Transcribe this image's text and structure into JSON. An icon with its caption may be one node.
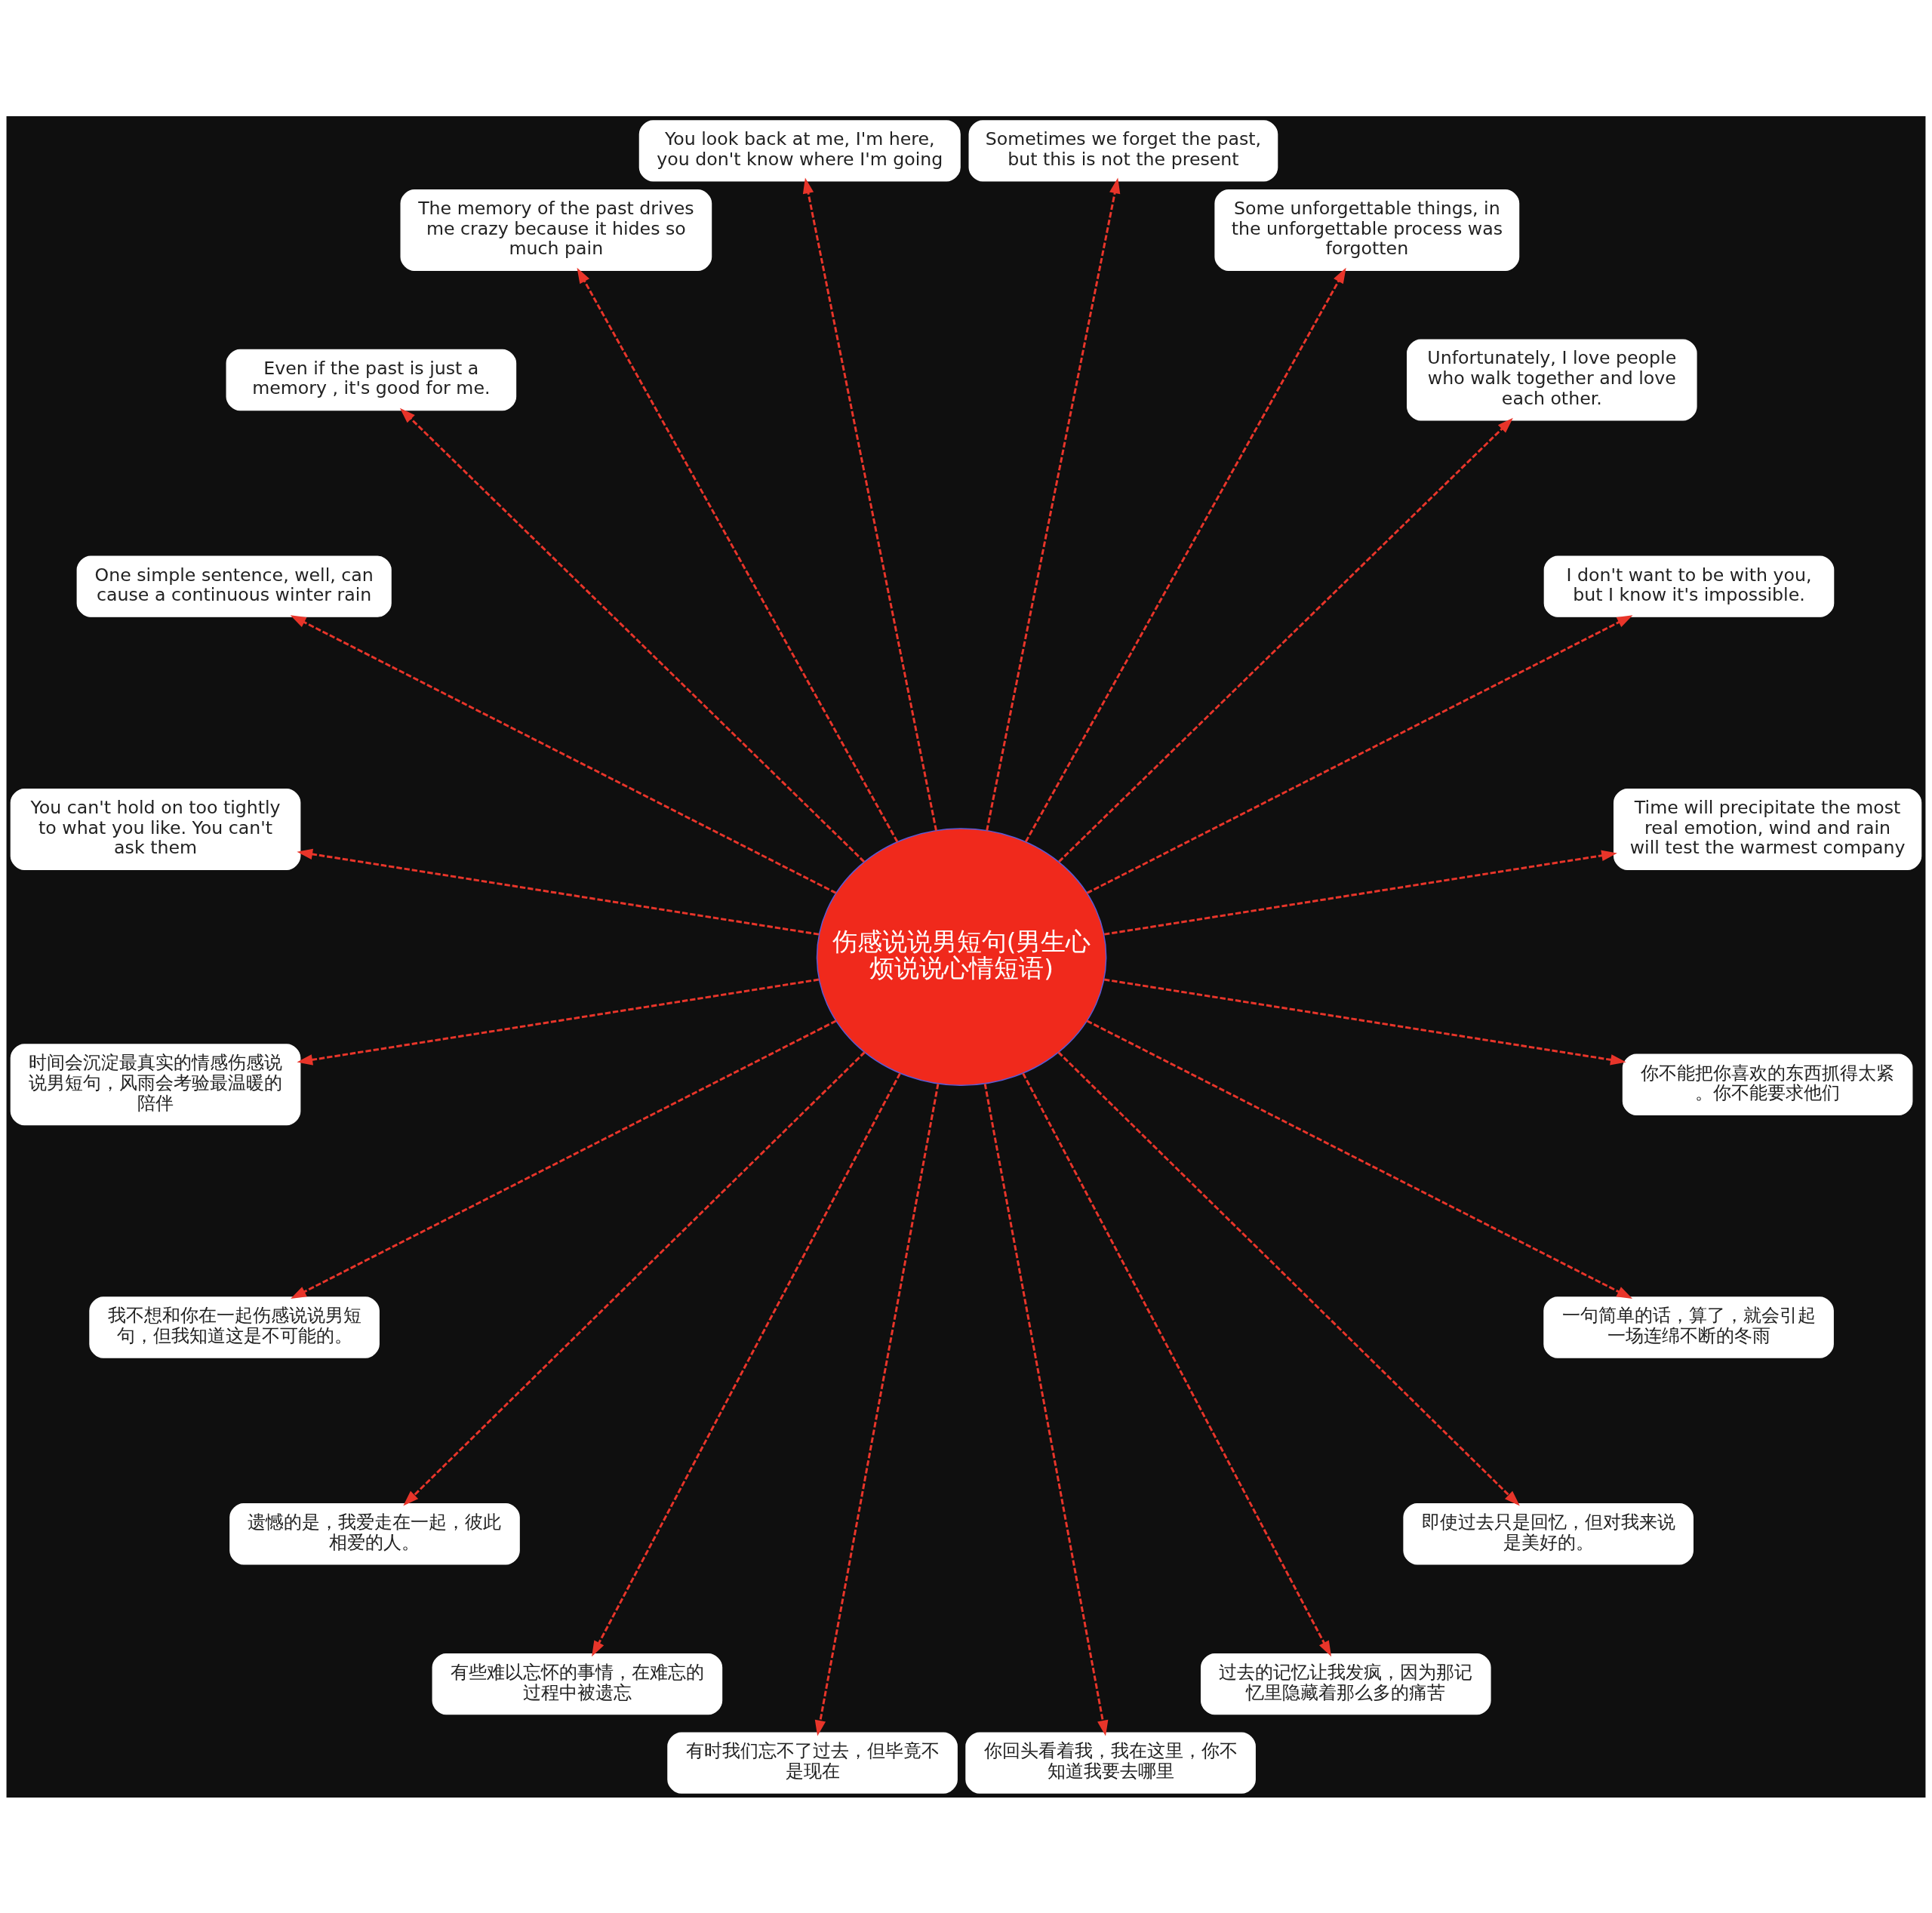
{
  "diagram": {
    "nodes": [
      {
        "text": [
          "伤感说说男短句(男生心烦说说心情短语)"
        ]
      },
      {
        "text": [
          "Time will precipitate the most real emotion, wind and rain will test the warmest company"
        ]
      },
      {
        "text": [
          "I don't want to be with you, but I know it's impossible."
        ]
      },
      {
        "text": [
          "Unfortunately, I love people who walk together and love each other."
        ]
      },
      {
        "text": [
          "Some unforgettable things, in the unforgettable process was forgotten"
        ]
      },
      {
        "text": [
          "Sometimes we forget the past, but this is not the present"
        ]
      },
      {
        "text": [
          "You look back at me, I'm here, you don't know where I'm going"
        ]
      },
      {
        "text": [
          "The memory of the past drives me crazy because it hides so much pain"
        ]
      },
      {
        "text": [
          "Even if the past is just a memory , it's good for me."
        ]
      },
      {
        "text": [
          "One simple sentence, well, can cause a continuous winter rain"
        ]
      },
      {
        "text": [
          "You can't hold on too tightly to what you like. You can't ask them"
        ]
      },
      {
        "text": [
          "时间会沉淀最真实的情感伤感说说男短句，风雨会考验最温暖的陪伴"
        ]
      },
      {
        "text": [
          "我不想和你在一起伤感说说男短句，但我知道这是不可能的。"
        ]
      },
      {
        "text": [
          "遗憾的是，我爱走在一起，彼此相爱的人。"
        ]
      },
      {
        "text": [
          "有些难以忘怀的事情，在难忘的过程中被遗忘"
        ]
      },
      {
        "text": [
          "有时我们忘不了过去，但毕竟不是现在"
        ]
      },
      {
        "text": [
          "你回头看着我，我在这里，你不知道我要去哪里"
        ]
      },
      {
        "text": [
          "过去的记忆让我发疯，因为那记忆里隐藏着那么多的痛苦"
        ]
      },
      {
        "text": [
          "即使过去只是回忆，但对我来说是美好的。"
        ]
      },
      {
        "text": [
          "一句简单的话，算了，就会引起一场连绵不断的冬雨"
        ]
      },
      {
        "text": [
          "你不能把你喜欢的东西抓得太紧。你不能要求他们"
        ]
      }
    ],
    "edges": [
      {
        "from": 0,
        "to": 1,
        "arrow": "to",
        "style": "dashed"
      },
      {
        "from": 0,
        "to": 2,
        "arrow": "to",
        "style": "dashed"
      },
      {
        "from": 0,
        "to": 3,
        "arrow": "to",
        "style": "dashed"
      },
      {
        "from": 0,
        "to": 4,
        "arrow": "to",
        "style": "dashed"
      },
      {
        "from": 0,
        "to": 5,
        "arrow": "to",
        "style": "dashed"
      },
      {
        "from": 0,
        "to": 6,
        "arrow": "to",
        "style": "dashed"
      },
      {
        "from": 0,
        "to": 7,
        "arrow": "to",
        "style": "dashed"
      },
      {
        "from": 0,
        "to": 8,
        "arrow": "to",
        "style": "dashed"
      },
      {
        "from": 0,
        "to": 9,
        "arrow": "to",
        "style": "dashed"
      },
      {
        "from": 0,
        "to": 10,
        "arrow": "to",
        "style": "dashed"
      },
      {
        "from": 0,
        "to": 11,
        "arrow": "to",
        "style": "dashed"
      },
      {
        "from": 0,
        "to": 12,
        "arrow": "to",
        "style": "dashed"
      },
      {
        "from": 0,
        "to": 13,
        "arrow": "to",
        "style": "dashed"
      },
      {
        "from": 0,
        "to": 14,
        "arrow": "to",
        "style": "dashed"
      },
      {
        "from": 0,
        "to": 15,
        "arrow": "to",
        "style": "dashed"
      },
      {
        "from": 0,
        "to": 16,
        "arrow": "to",
        "style": "dashed"
      },
      {
        "from": 0,
        "to": 17,
        "arrow": "to",
        "style": "dashed"
      },
      {
        "from": 0,
        "to": 18,
        "arrow": "to",
        "style": "dashed"
      },
      {
        "from": 0,
        "to": 19,
        "arrow": "to",
        "style": "dashed"
      },
      {
        "from": 0,
        "to": 20,
        "arrow": "to",
        "style": "dashed"
      }
    ]
  }
}
